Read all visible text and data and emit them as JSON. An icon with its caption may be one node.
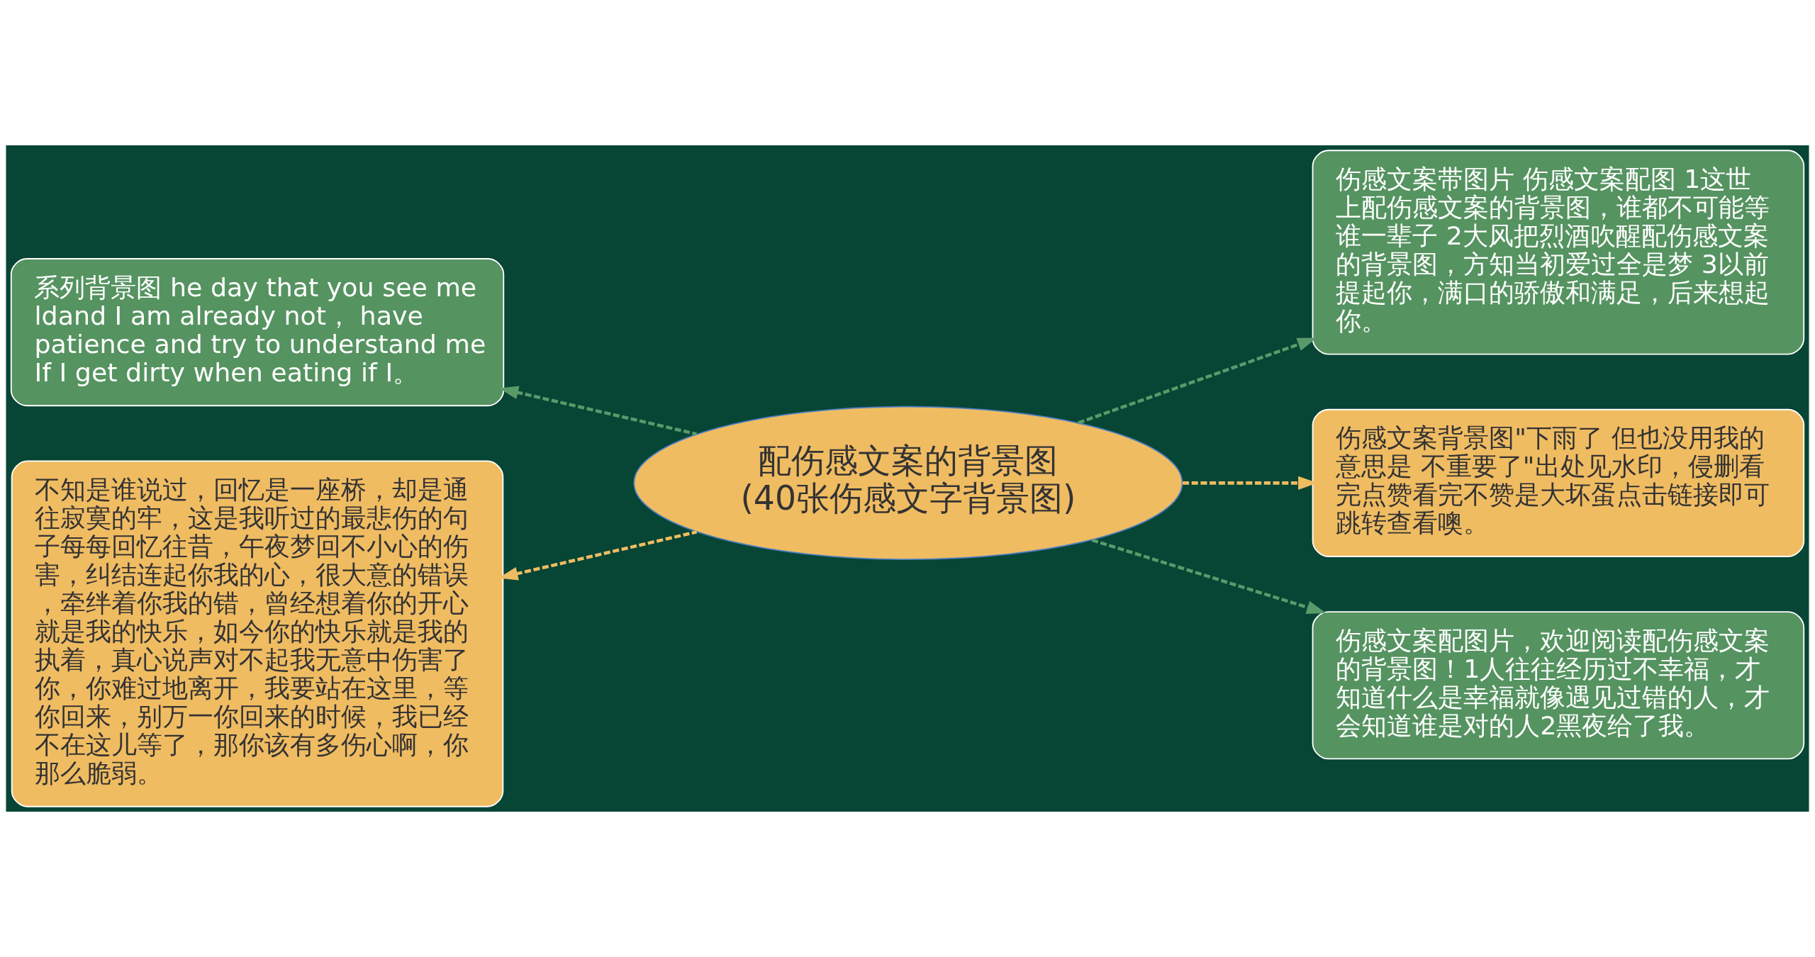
{
  "diagram": {
    "nodes": [
      {
        "text": [
          "配伤感文案的背景图(40张伤感文字背景图)"
        ]
      },
      {
        "text": [
          "系列背景图 he day that you see me ldand I am already not， have patience and try to understand me If I get dirty when eating if I。"
        ]
      },
      {
        "text": [
          "不知是谁说过，回忆是一座桥，却是通往寂寞的牢，这是我听过的最悲伤的句子每每回忆往昔，午夜梦回不小心的伤害，纠结连起你我的心，很大意的错误，牵绊着你我的错，曾经想着你的开心就是我的快乐，如今你的快乐就是我的执着，真心说声对不起我无意中伤害了你，你难过地离开，我要站在这里，等你回来，别万一你回来的时候，我已经不在这儿等了，那你该有多伤心啊，你那么脆弱。"
        ]
      },
      {
        "text": [
          "伤感文案带图片 伤感文案配图 1这世上配伤感文案的背景图，谁都不可能等谁一辈子 2大风把烈酒吹醒配伤感文案的背景图，方知当初爱过全是梦 3以前提起你，满口的骄傲和满足，后来想起你。"
        ]
      },
      {
        "text": [
          "伤感文案背景图\"下雨了 但也没用我的意思是 不重要了\"出处见水印，侵删看完点赞看完不赞是大坏蛋点击链接即可跳转查看噢。"
        ]
      },
      {
        "text": [
          "伤感文案配图片，欢迎阅读配伤感文案的背景图！1人往往经历过不幸福，才知道什么是幸福就像遇见过错的人，才会知道谁是对的人2黑夜给了我。"
        ]
      }
    ],
    "edges": [
      {
        "from": 0,
        "to": 1,
        "arrow": "to",
        "style": "dashed"
      },
      {
        "from": 0,
        "to": 2,
        "arrow": "to",
        "style": "dashed",
        "color": "#f0bc62"
      },
      {
        "from": 0,
        "to": 3,
        "arrow": "to",
        "style": "dashed"
      },
      {
        "from": 0,
        "to": 4,
        "arrow": "to",
        "style": "dashed",
        "color": "#f0bc62"
      },
      {
        "from": 0,
        "to": 5,
        "arrow": "to",
        "style": "dashed"
      }
    ]
  }
}
